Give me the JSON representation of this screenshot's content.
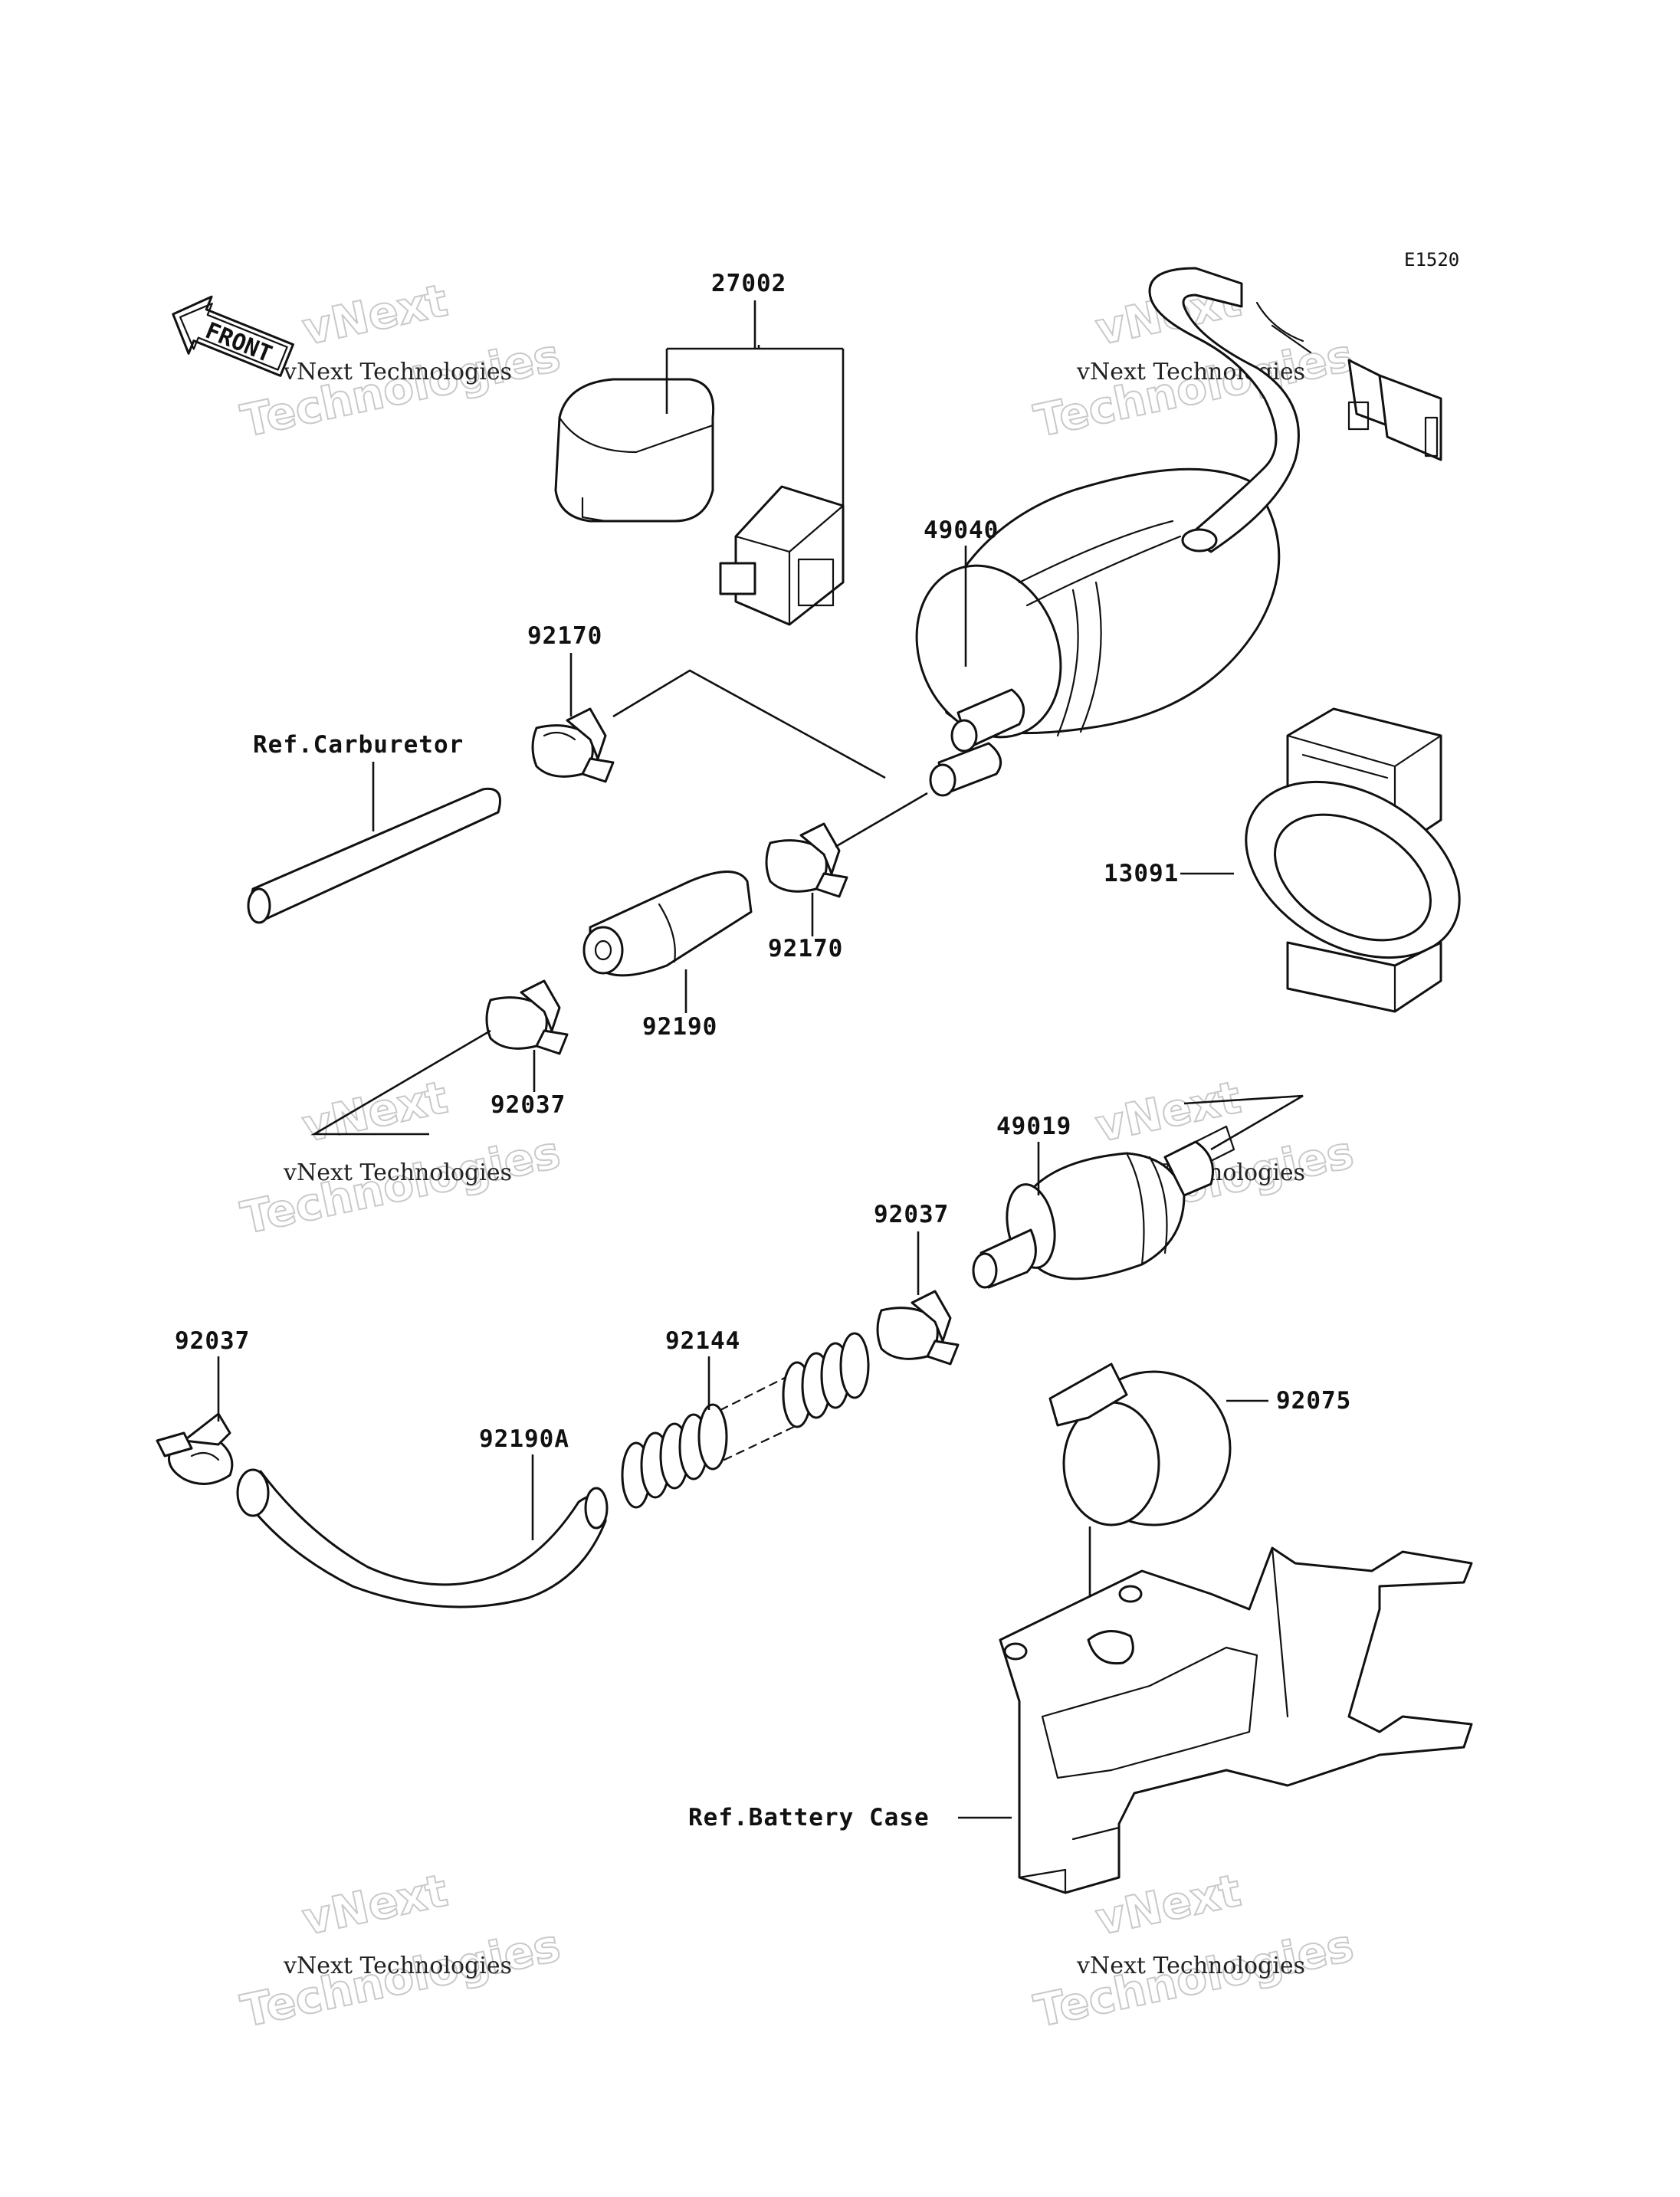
{
  "diagram_code": "E1520",
  "front_label": "FRONT",
  "labels": {
    "p27002": "27002",
    "p49040": "49040",
    "p92170_top": "92170",
    "ref_carburetor": "Ref.Carburetor",
    "p92170_mid": "92170",
    "p13091": "13091",
    "p92190": "92190",
    "p92037_left": "92037",
    "p49019": "49019",
    "p92037_mid": "92037",
    "p92037_lower": "92037",
    "p92144": "92144",
    "p92190A": "92190A",
    "p92075": "92075",
    "ref_battery_case": "Ref.Battery Case"
  },
  "watermark": {
    "line_small": "vNext Technologies",
    "word_top": "vNext",
    "word_bottom": "Technologies"
  }
}
